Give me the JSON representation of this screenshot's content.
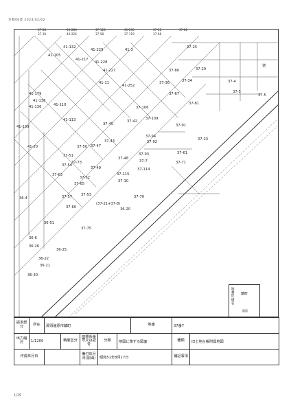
{
  "header": {
    "date": "令和06年 2024/02/02"
  },
  "legend": [
    {
      "label": "37-28"
    },
    {
      "label": "40-286"
    },
    {
      "label": "37-123"
    },
    {
      "label": "41-230"
    },
    {
      "label": "37-22"
    },
    {
      "label": "37-82"
    },
    {
      "label": "37-30"
    },
    {
      "label": "40-226"
    },
    {
      "label": "37-58"
    },
    {
      "label": "37-119"
    },
    {
      "label": "37-68"
    }
  ],
  "map": {
    "road_label": "道",
    "parcels": [
      {
        "label": "41-132"
      },
      {
        "label": "41-229"
      },
      {
        "label": "41-3"
      },
      {
        "label": "37-25"
      },
      {
        "label": "41-105"
      },
      {
        "label": "41-217"
      },
      {
        "label": "41-228"
      },
      {
        "label": "37-80"
      },
      {
        "label": "37-29"
      },
      {
        "label": "41-227"
      },
      {
        "label": "41-11"
      },
      {
        "label": "41-252"
      },
      {
        "label": "37-36"
      },
      {
        "label": "37-34"
      },
      {
        "label": "37-4"
      },
      {
        "label": "37-5"
      },
      {
        "label": "41-179"
      },
      {
        "label": "41-138"
      },
      {
        "label": "41-136"
      },
      {
        "label": "41-110"
      },
      {
        "label": "37-106"
      },
      {
        "label": "37-42"
      },
      {
        "label": "37-67"
      },
      {
        "label": "37-81"
      },
      {
        "label": "41-113"
      },
      {
        "label": "37-45"
      },
      {
        "label": "37-109"
      },
      {
        "label": "37-91"
      },
      {
        "label": "41-109"
      },
      {
        "label": "37-43"
      },
      {
        "label": "37-94"
      },
      {
        "label": "37-92"
      },
      {
        "label": "37-23"
      },
      {
        "label": "41-20"
      },
      {
        "label": "37-50"
      },
      {
        "label": "37-47"
      },
      {
        "label": "37-51"
      },
      {
        "label": "37-61"
      },
      {
        "label": "37-93"
      },
      {
        "label": "37-7"
      },
      {
        "label": "37-71"
      },
      {
        "label": "37-54"
      },
      {
        "label": "37-73"
      },
      {
        "label": "37-49"
      },
      {
        "label": "37-48"
      },
      {
        "label": "37-114"
      },
      {
        "label": "37-63"
      },
      {
        "label": "37-52"
      },
      {
        "label": "37-115"
      },
      {
        "label": "37-10"
      },
      {
        "label": "37-65"
      },
      {
        "label": "37-53"
      },
      {
        "label": "37-70"
      },
      {
        "label": "37-57"
      },
      {
        "label": "37-60"
      },
      {
        "label": "37-75"
      },
      {
        "label": "36-20"
      },
      {
        "label": "36-51"
      },
      {
        "label": "36-6"
      },
      {
        "label": "36-26"
      },
      {
        "label": "36-25"
      },
      {
        "label": "36-22"
      },
      {
        "label": "36-21"
      },
      {
        "label": "36-30"
      },
      {
        "label": "36-4"
      },
      {
        "label": "(37-21+37-8)"
      },
      {
        "label": "37-5"
      }
    ]
  },
  "direction_box": {
    "side_text": "地番区域名",
    "name": "鎮町",
    "sub": "図面"
  },
  "info_table": {
    "row1": {
      "label_a": "請求部分",
      "label_b": "所在",
      "location": "那須塩原市鎮町",
      "label_c": "地番",
      "lot": "37番7"
    },
    "row2": {
      "label_a": "出力縮尺",
      "scale": "1/1200",
      "label_b": "精度区分",
      "label_c": "座標系番号又は記号",
      "label_d": "分類",
      "classification": "地図に準ずる図面",
      "label_e": "種類",
      "kind": "旧土地台帳附属地図"
    },
    "row3": {
      "label_a": "作成年月日",
      "label_b": "備付年月日(原図)",
      "installed_date": "昭和51年8月17日",
      "label_c": "補記事項"
    }
  },
  "page": {
    "number": "1/29"
  }
}
